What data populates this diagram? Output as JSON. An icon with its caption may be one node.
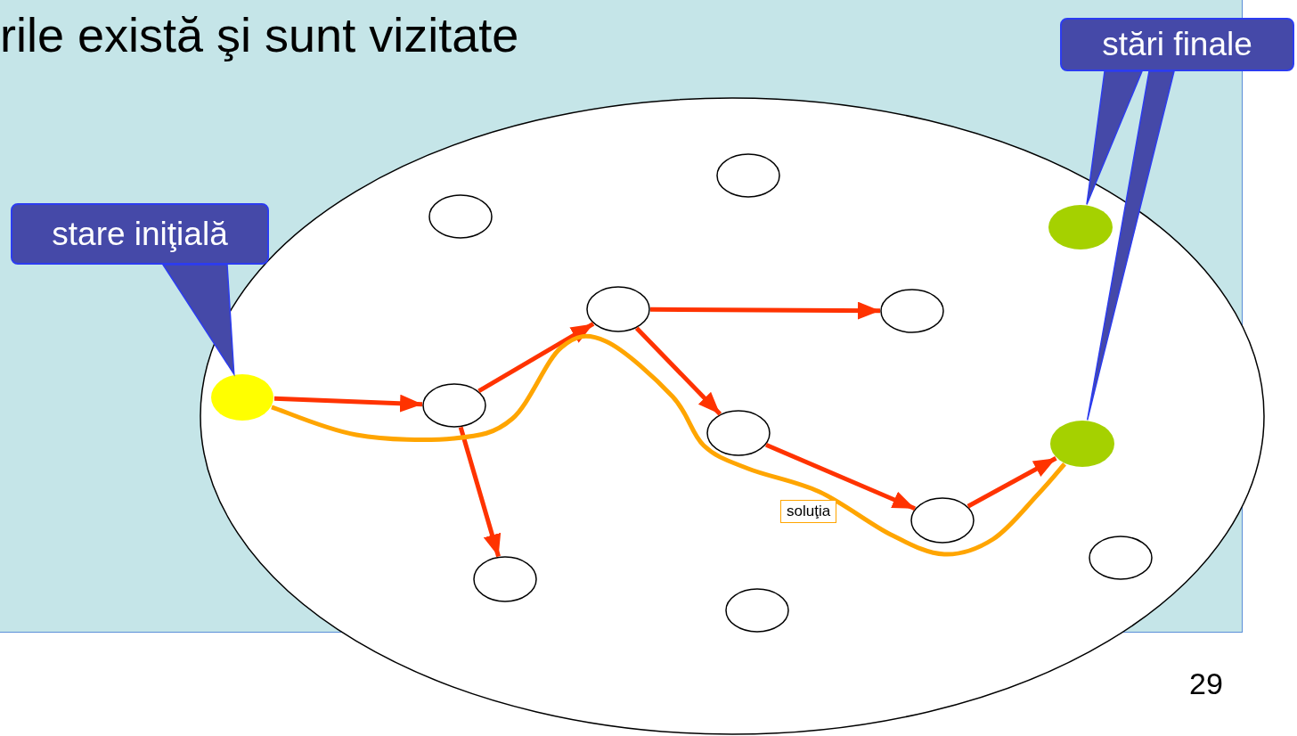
{
  "diagram": {
    "title": "rile există şi sunt vizitate",
    "nodes": [
      {
        "text": [],
        "shape": "ellipse"
      },
      {
        "text": [
          "stări finale"
        ]
      },
      {
        "text": [],
        "shape": "ellipse",
        "in": 0
      },
      {
        "text": [],
        "shape": "ellipse",
        "in": 0
      },
      {
        "text": [],
        "shape": "ellipse",
        "in": 0
      },
      {
        "text": [
          "stare iniţială"
        ]
      },
      {
        "text": [],
        "shape": "ellipse",
        "in": 0
      },
      {
        "text": [],
        "shape": "ellipse",
        "in": 0
      },
      {
        "text": [],
        "shape": "ellipse",
        "in": 0
      },
      {
        "text": [],
        "shape": "ellipse",
        "in": 0
      },
      {
        "text": [],
        "shape": "ellipse",
        "in": 0
      },
      {
        "text": [],
        "shape": "ellipse",
        "in": 0
      },
      {
        "text": [],
        "shape": "ellipse",
        "in": 0
      },
      {
        "text": [],
        "shape": "ellipse",
        "in": 0
      },
      {
        "text": [],
        "shape": "ellipse",
        "in": 0
      },
      {
        "text": [],
        "shape": "ellipse",
        "in": 0
      }
    ],
    "edges": [
      {
        "from": 8,
        "to": 9,
        "arrow": "to"
      },
      {
        "from": 9,
        "to": 6,
        "arrow": "to"
      },
      {
        "from": 9,
        "to": 14,
        "arrow": "to"
      },
      {
        "from": 6,
        "to": 7,
        "arrow": "to"
      },
      {
        "from": 6,
        "to": 10,
        "arrow": "to"
      },
      {
        "from": 10,
        "to": 12,
        "arrow": "to"
      },
      {
        "from": 12,
        "to": 11,
        "arrow": "to"
      },
      {
        "from": 8,
        "to": 11,
        "arrow": "none",
        "label": "soluţia",
        "color": "#ffa500"
      },
      {
        "from": 5,
        "to": 8,
        "arrow": "to",
        "color": "#4549a8"
      },
      {
        "from": 1,
        "to": 4,
        "arrow": "to",
        "color": "#4549a8"
      },
      {
        "from": 1,
        "to": 11,
        "arrow": "to",
        "color": "#4549a8"
      }
    ],
    "labels": [
      "29"
    ]
  }
}
